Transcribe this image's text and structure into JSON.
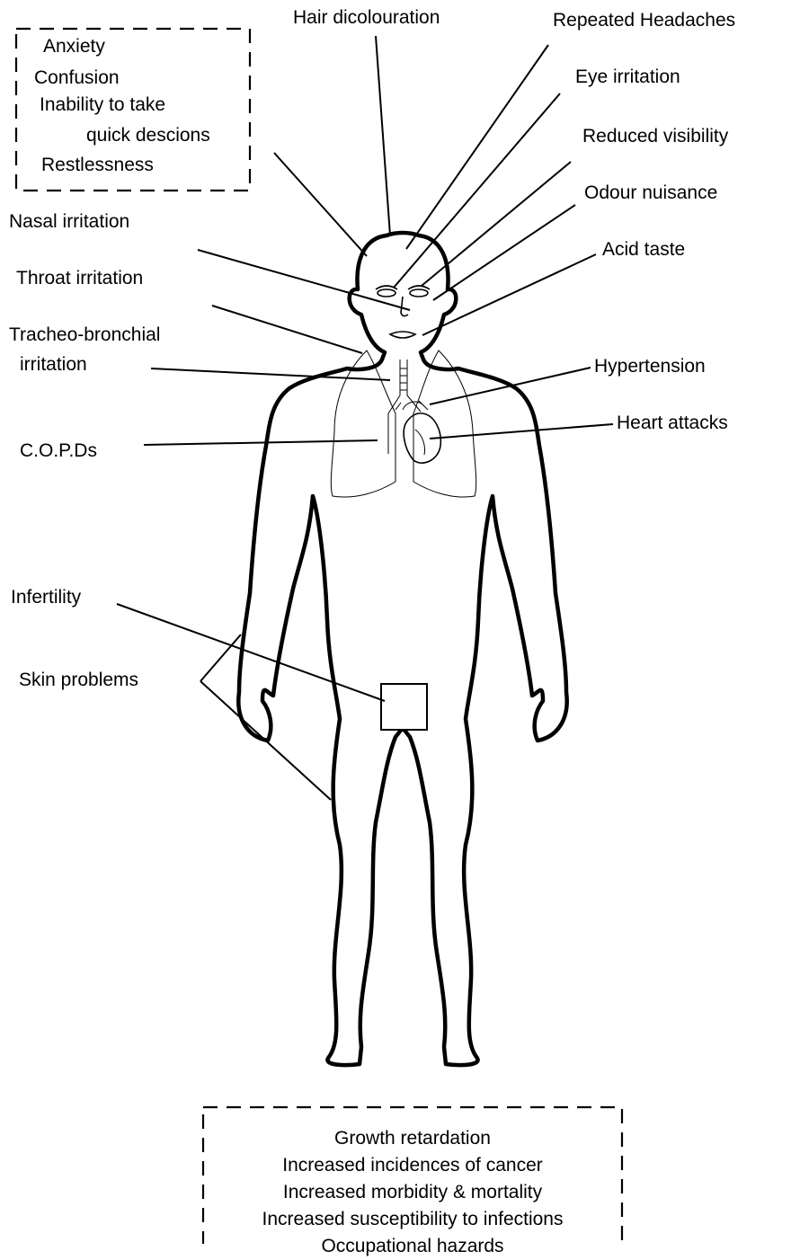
{
  "top_box": {
    "lines": [
      "Anxiety",
      "Confusion",
      "Inability to take",
      "quick descions",
      "Restlessness"
    ]
  },
  "labels": {
    "hair": "Hair dicolouration",
    "headaches": "Repeated Headaches",
    "eye": "Eye irritation",
    "visibility": "Reduced visibility",
    "odour": "Odour nuisance",
    "acid": "Acid taste",
    "nasal": "Nasal irritation",
    "throat": "Throat irritation",
    "tracheo_1": "Tracheo-bronchial",
    "tracheo_2": "irritation",
    "hypertension": "Hypertension",
    "heart": "Heart attacks",
    "copd": "C.O.P.Ds",
    "infertility": "Infertility",
    "skin": "Skin problems"
  },
  "bottom_box": {
    "lines": [
      "Growth retardation",
      "Increased incidences of cancer",
      "Increased morbidity & mortality",
      "Increased susceptibility to infections",
      "Occupational hazards"
    ]
  }
}
